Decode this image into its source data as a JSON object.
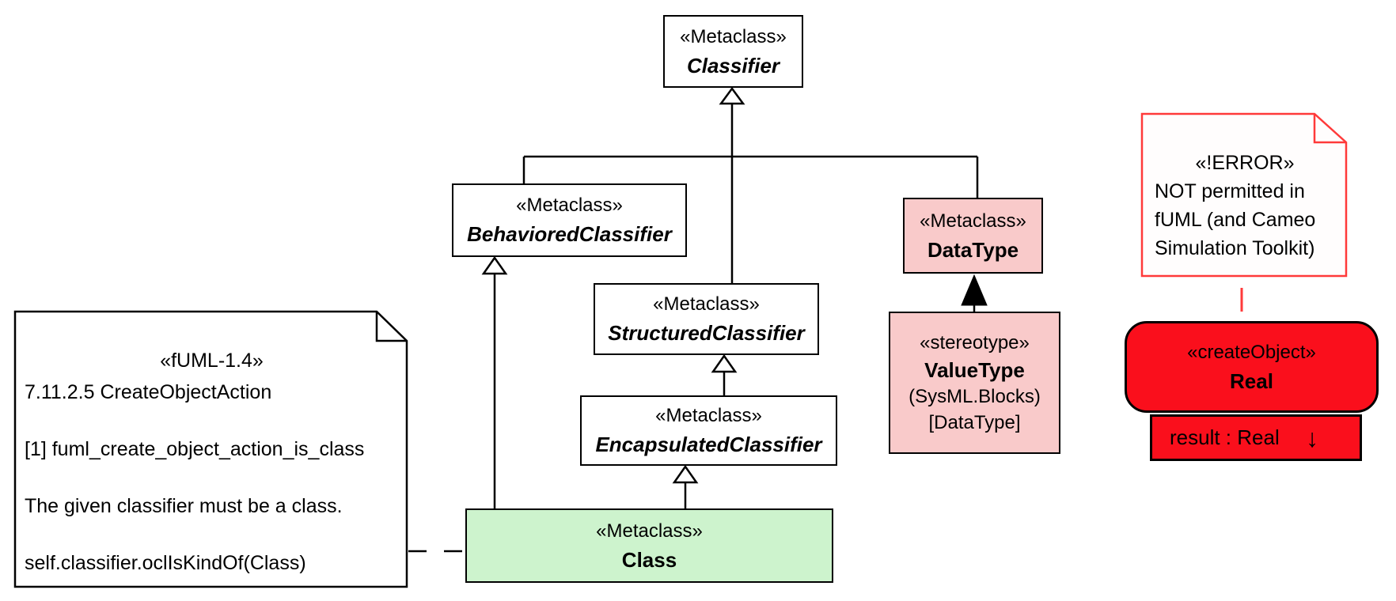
{
  "nodes": {
    "classifier": {
      "stereotype": "«Metaclass»",
      "name": "Classifier"
    },
    "behaviored_classifier": {
      "stereotype": "«Metaclass»",
      "name": "BehavioredClassifier"
    },
    "structured_classifier": {
      "stereotype": "«Metaclass»",
      "name": "StructuredClassifier"
    },
    "encapsulated_classifier": {
      "stereotype": "«Metaclass»",
      "name": "EncapsulatedClassifier"
    },
    "data_type": {
      "stereotype": "«Metaclass»",
      "name": "DataType"
    },
    "value_type": {
      "stereotype": "«stereotype»",
      "name": "ValueType",
      "package": "(SysML.Blocks)",
      "base_metaclass": "[DataType]"
    },
    "class": {
      "stereotype": "«Metaclass»",
      "name": "Class"
    },
    "create_object_action": {
      "stereotype": "«createObject»",
      "name": "Real",
      "pin_label": "result : Real",
      "pin_arrow": "↓"
    }
  },
  "notes": {
    "fuml_note": {
      "stereotype": "«fUML-1.4»",
      "lines": [
        "7.11.2.5 CreateObjectAction",
        "[1] fuml_create_object_action_is_class",
        "The given classifier must be a class.",
        "self.classifier.oclIsKindOf(Class)"
      ]
    },
    "error_note": {
      "stereotype": "«!ERROR»",
      "lines": [
        "NOT permitted in",
        "fUML (and Cameo",
        "Simulation Toolkit)"
      ]
    }
  },
  "colors": {
    "metaclass_fill": "#ffffff",
    "pink_fill": "#f9caca",
    "green_fill": "#cdf3cd",
    "red_fill": "#fa0f1c",
    "error_note_border": "#ff3a3a",
    "line": "#000000"
  }
}
